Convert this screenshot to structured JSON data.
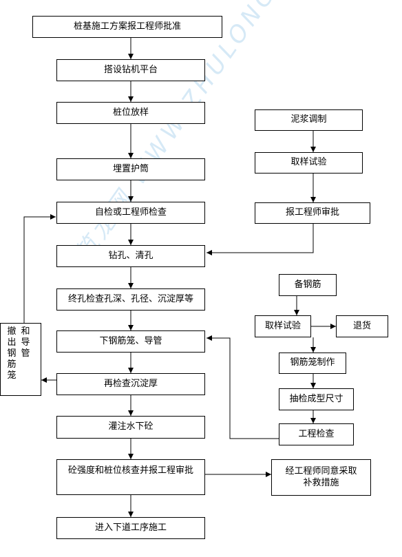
{
  "watermark": "筑龙网 WWW.ZHULONG.COM",
  "main_flow": {
    "step1": "桩基施工方案报工程师批准",
    "step2": "搭设钻机平台",
    "step3": "桩位放样",
    "step4": "埋置护筒",
    "step5": "自检或工程师检查",
    "step6": "钻孔、清孔",
    "step7": "终孔检查孔深、孔径、沉淀厚等",
    "step8": "下钢筋笼、导管",
    "step9": "再检查沉淀厚",
    "step10": "灌注水下砼",
    "step11": "砼强度和桩位核查并报工程审批",
    "step12": "进入下道工序施工"
  },
  "slurry_flow": {
    "step1": "泥浆调制",
    "step2": "取样试验",
    "step3": "报工程师审批"
  },
  "rebar_flow": {
    "step1": "备钢筋",
    "step2": "取样试验",
    "reject": "退货",
    "step3": "钢筋笼制作",
    "step4": "抽检成型尺寸",
    "step5": "工程检查"
  },
  "remedy": {
    "line1": "经工程师同意采取",
    "line2": "补救措施"
  },
  "withdraw": {
    "col1": "撤出钢筋笼",
    "col2": "和导管"
  }
}
